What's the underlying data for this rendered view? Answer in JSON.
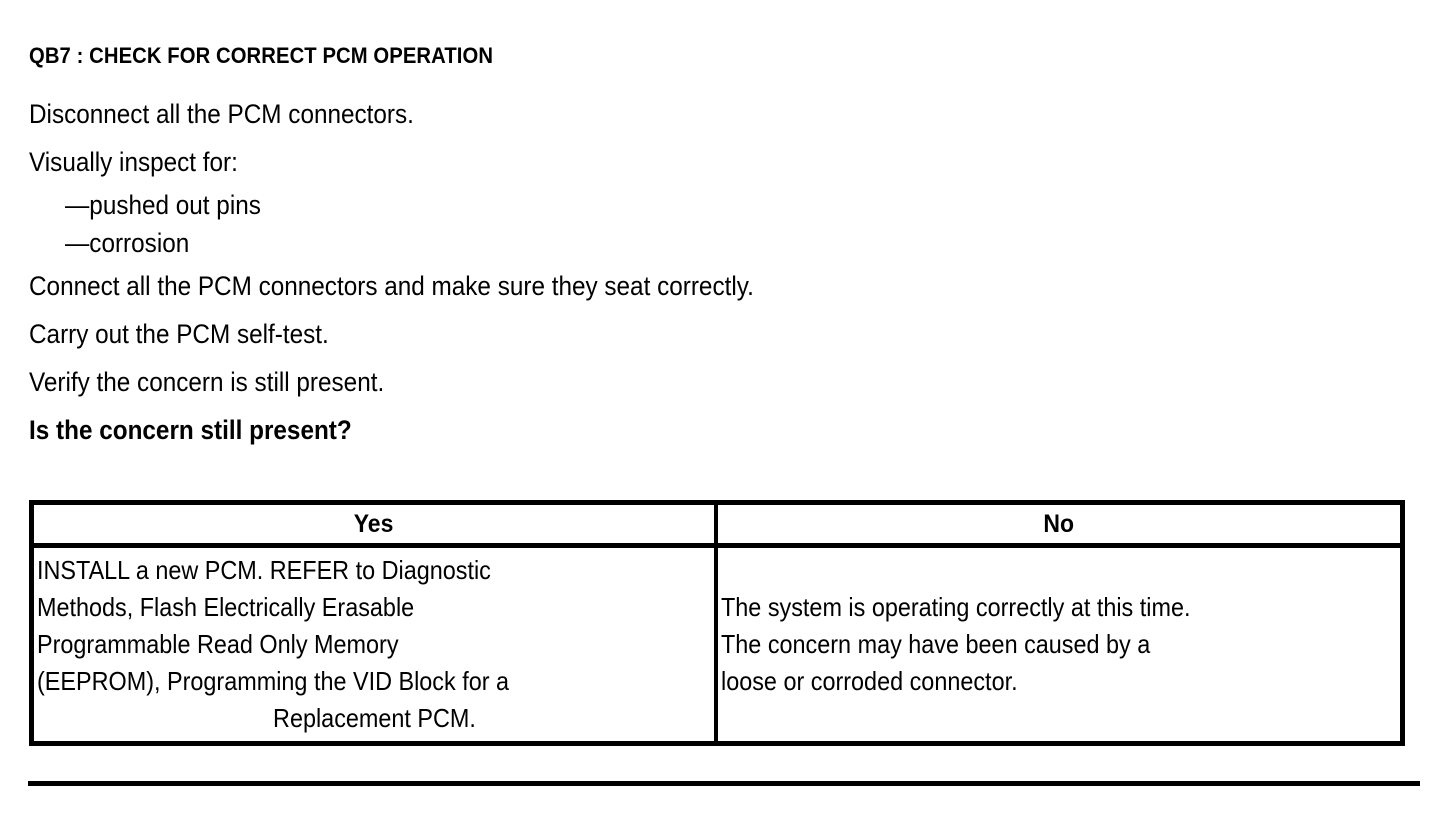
{
  "document": {
    "step_title": "QB7 : CHECK FOR CORRECT PCM OPERATION",
    "instructions": [
      {
        "text": "Disconnect all the PCM connectors.",
        "style": "normal"
      },
      {
        "text": "Visually inspect for:",
        "style": "normal"
      },
      {
        "text": "—pushed out pins",
        "style": "sub-item"
      },
      {
        "text": "—corrosion",
        "style": "sub-item"
      },
      {
        "text": "Connect all the PCM connectors and make sure they seat correctly.",
        "style": "normal"
      },
      {
        "text": "Carry out the PCM self-test.",
        "style": "normal"
      },
      {
        "text": "Verify the concern is still present.",
        "style": "normal"
      },
      {
        "text": "Is the concern still present?",
        "style": "bold-question"
      }
    ],
    "decision_table": {
      "headers": [
        "Yes",
        "No"
      ],
      "yes_cell": {
        "lines": [
          {
            "text": "INSTALL a new PCM. REFER to Diagnostic",
            "align": "left"
          },
          {
            "text": "Methods, Flash Electrically Erasable",
            "align": "left"
          },
          {
            "text": "Programmable Read Only Memory",
            "align": "left"
          },
          {
            "text": "(EEPROM), Programming the VID Block for a",
            "align": "left"
          },
          {
            "text": "Replacement PCM.",
            "align": "center"
          }
        ]
      },
      "no_cell": {
        "lines": [
          {
            "text": "The system is operating correctly at this time.",
            "align": "left"
          },
          {
            "text": "The concern may have been caused by a",
            "align": "left"
          },
          {
            "text": "loose or corroded connector.",
            "align": "left"
          }
        ]
      }
    },
    "colors": {
      "ink": "#000000",
      "paper": "#ffffff"
    }
  }
}
